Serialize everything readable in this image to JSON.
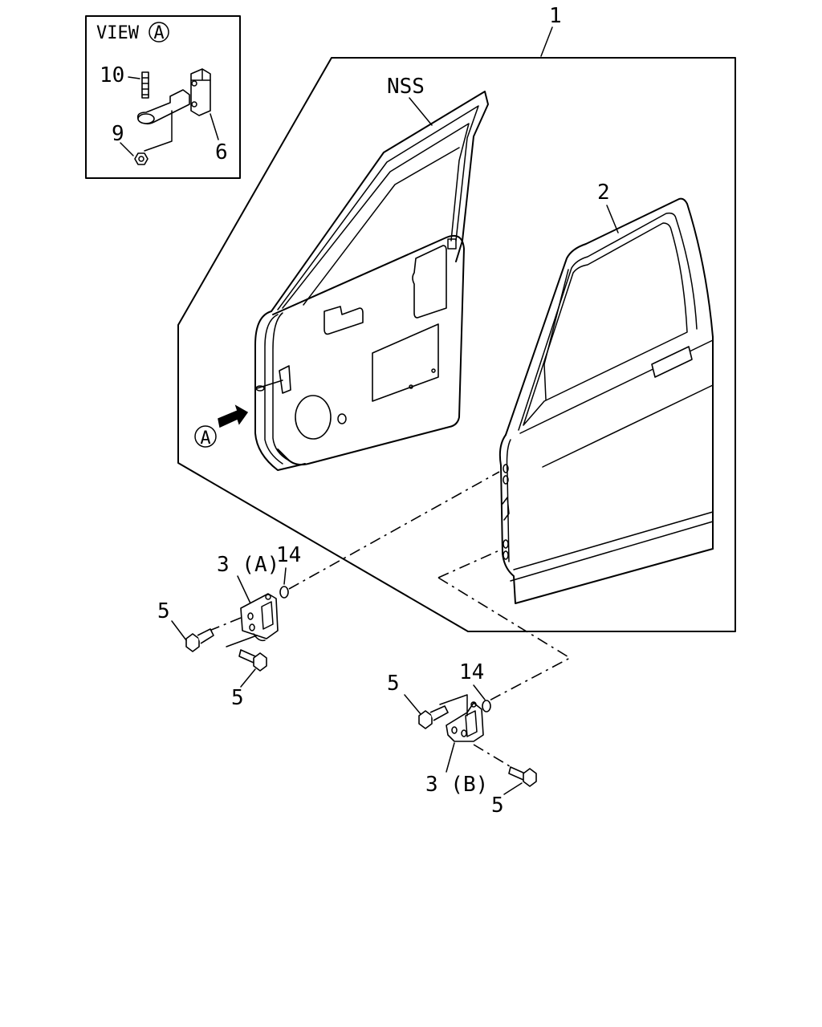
{
  "view_box": {
    "title": "VIEW",
    "circle_letter": "A",
    "callouts": {
      "stopper_pin": "10",
      "nut": "9",
      "checker_arm": "6"
    }
  },
  "callouts": {
    "door_assembly": "1",
    "weatherstrip": "NSS",
    "outer_panel": "2",
    "view_arrow_letter": "A",
    "upper_hinge": "3 (A)",
    "upper_washer": "14",
    "upper_bolt_left": "5",
    "upper_bolt_lower": "5",
    "lower_hinge": "3 (B)",
    "lower_washer": "14",
    "lower_bolt_left": "5",
    "lower_bolt_lower": "5"
  },
  "colors": {
    "line": "#000000",
    "background": "#ffffff"
  }
}
